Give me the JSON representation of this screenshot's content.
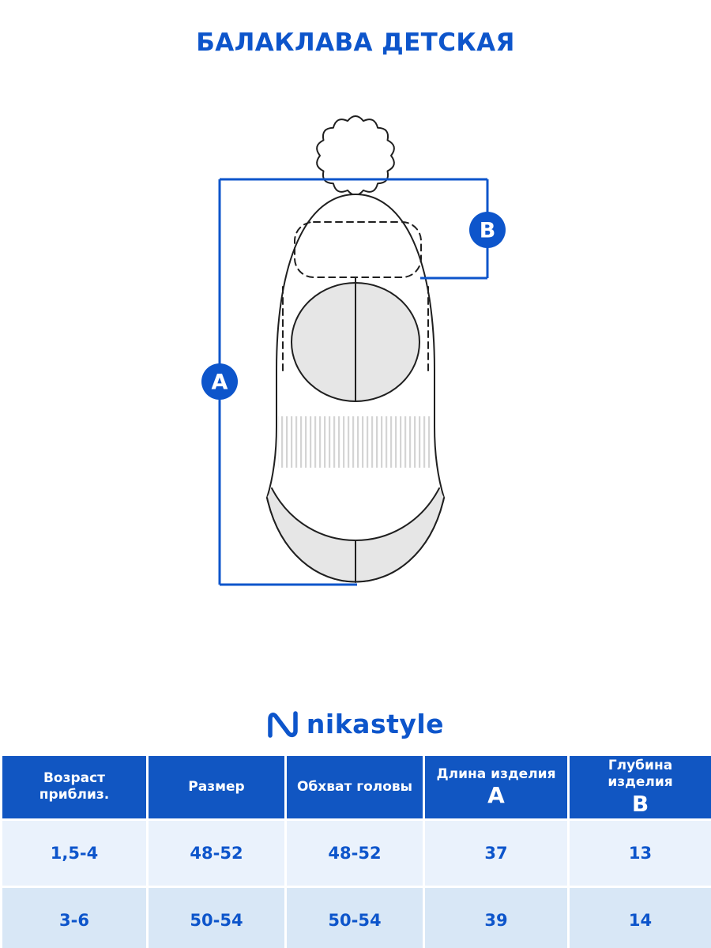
{
  "page": {
    "title": "БАЛАКЛАВА ДЕТСКАЯ"
  },
  "diagram": {
    "dimension_a_label": "A",
    "dimension_b_label": "B"
  },
  "brand": {
    "name": "nikastyle"
  },
  "size_table": {
    "columns": [
      {
        "title": "Возраст",
        "subtitle": "приблиз.",
        "letter": ""
      },
      {
        "title": "Размер",
        "subtitle": "",
        "letter": ""
      },
      {
        "title": "Обхват головы",
        "subtitle": "",
        "letter": ""
      },
      {
        "title": "Длина изделия",
        "subtitle": "",
        "letter": "A"
      },
      {
        "title": "Глубина изделия",
        "subtitle": "",
        "letter": "B"
      }
    ],
    "rows": [
      [
        "1,5-4",
        "48-52",
        "48-52",
        "37",
        "13"
      ],
      [
        "3-6",
        "50-54",
        "50-54",
        "39",
        "14"
      ]
    ]
  },
  "colors": {
    "primary_blue": "#0d55cb",
    "table_header_bg": "#1156c2",
    "row_light": "#eaf2fc",
    "row_medium": "#d8e7f6",
    "shade_gray": "#e6e6e6"
  }
}
